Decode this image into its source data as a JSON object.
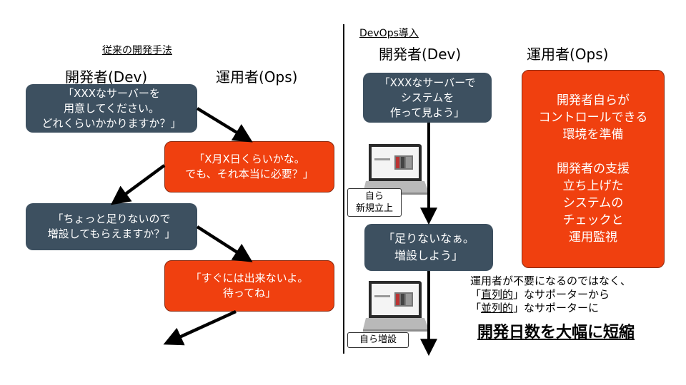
{
  "legacy": {
    "title": "従来の開発手法",
    "dev_header": "開発者(Dev)",
    "ops_header": "運用者(Ops)",
    "steps": [
      {
        "lines": [
          "「XXXなサーバーを",
          "用意してください。",
          "どれくらいかかりますか？」"
        ]
      },
      {
        "lines": [
          "「X月X日くらいかな。",
          "でも、それ本当に必要？」"
        ]
      },
      {
        "lines": [
          "「ちょっと足りないので",
          "増設してもらえますか？」"
        ]
      },
      {
        "lines": [
          "「すぐには出来ないよ。",
          "待ってね」"
        ]
      }
    ]
  },
  "devops": {
    "title": "DevOps導入",
    "dev_header": "開発者(Dev)",
    "ops_header": "運用者(Ops)",
    "dev_boxes": [
      {
        "lines": [
          "「XXXなサーバーで",
          "システムを",
          "作って見よう」"
        ]
      },
      {
        "lines": [
          "「足りないなぁ。",
          "増設しよう」"
        ]
      }
    ],
    "labels": [
      {
        "lines": [
          "自ら",
          "新規立上"
        ]
      },
      {
        "lines": [
          "自ら増設"
        ]
      }
    ],
    "ops_box": {
      "lines": [
        "開発者自らが",
        "コントロールできる",
        "環境を準備",
        "",
        "開発者の支援",
        "立ち上げた",
        "システムの",
        "チェックと",
        "運用監視"
      ]
    },
    "summary": {
      "line1": "運用者が不要になるのではなく、",
      "line2_prefix": "「",
      "line2_u": "直列的",
      "line2_suffix": "」なサポーターから",
      "line3_prefix": "「",
      "line3_u": "並列的",
      "line3_suffix": "」なサポーターに"
    },
    "conclusion": "開発日数を大幅に短縮"
  },
  "colors": {
    "dev_box": "#3d5060",
    "ops_box": "#f0400f",
    "arrow": "#000000"
  },
  "icons": [
    "laptop-icon",
    "laptop-icon"
  ]
}
